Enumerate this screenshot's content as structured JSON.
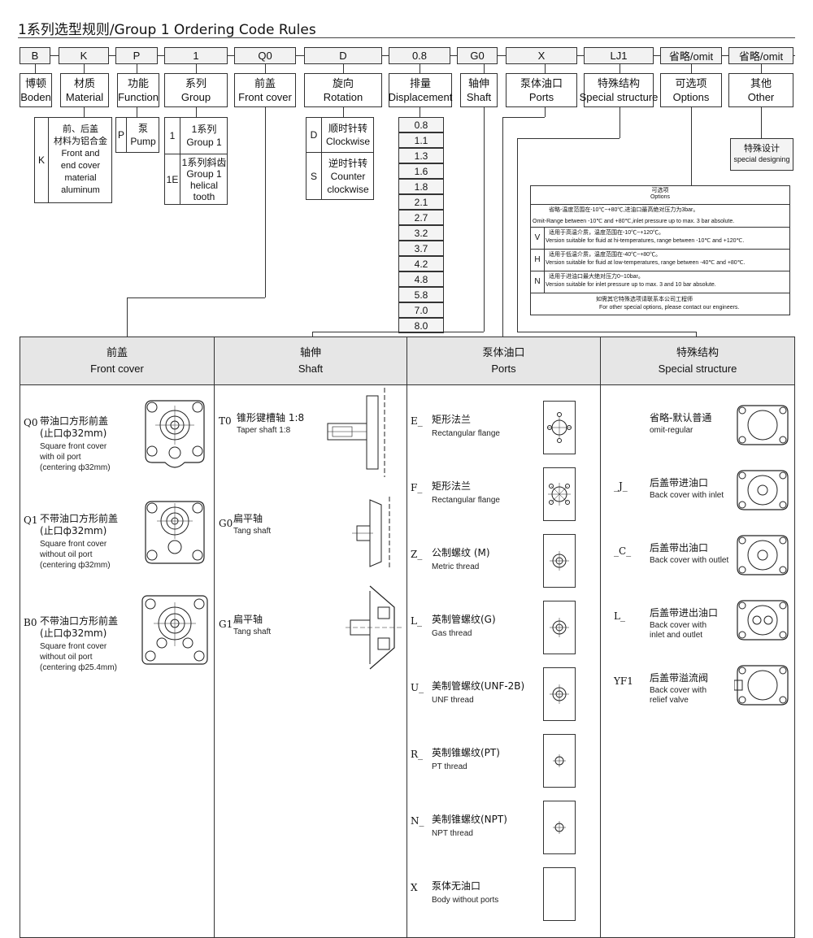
{
  "title": "1系列选型规则/Group 1 Ordering Code Rules",
  "codes": [
    "B",
    "K",
    "P",
    "1",
    "Q0",
    "D",
    "0.8",
    "G0",
    "X",
    "LJ1",
    "省略/omit",
    "省略/omit"
  ],
  "labels": [
    {
      "zh": "博顿",
      "en": "Boden"
    },
    {
      "zh": "材质",
      "en": "Material"
    },
    {
      "zh": "功能",
      "en": "Function"
    },
    {
      "zh": "系列",
      "en": "Group"
    },
    {
      "zh": "前盖",
      "en": "Front cover"
    },
    {
      "zh": "旋向",
      "en": "Rotation"
    },
    {
      "zh": "排量",
      "en": "Displacement"
    },
    {
      "zh": "轴伸",
      "en": "Shaft"
    },
    {
      "zh": "泵体油口",
      "en": "Ports"
    },
    {
      "zh": "特殊结构",
      "en": "Special structure"
    },
    {
      "zh": "可选项",
      "en": "Options"
    },
    {
      "zh": "其他",
      "en": "Other"
    }
  ],
  "material": {
    "code": "K",
    "zh1": "前、后盖",
    "zh2": "材料为铝合金",
    "en1": "Front and",
    "en2": "end cover",
    "en3": "material",
    "en4": "aluminum"
  },
  "function": {
    "code": "P",
    "zh": "泵",
    "en": "Pump"
  },
  "group": [
    {
      "code": "1",
      "zh": "1系列",
      "en1": "Group 1",
      "en2": "",
      "en3": ""
    },
    {
      "code": "1E",
      "zh": "1系列斜齿",
      "en1": "Group 1",
      "en2": "helical",
      "en3": "tooth"
    }
  ],
  "rotation": [
    {
      "code": "D",
      "zh": "顺时针转",
      "en1": "Clockwise",
      "en2": ""
    },
    {
      "code": "S",
      "zh": "逆时针转",
      "en1": "Counter",
      "en2": "clockwise"
    }
  ],
  "displacements": [
    "0.8",
    "1.1",
    "1.3",
    "1.6",
    "1.8",
    "2.1",
    "2.7",
    "3.2",
    "3.7",
    "4.2",
    "4.8",
    "5.8",
    "7.0",
    "8.0"
  ],
  "other": {
    "zh": "特殊设计",
    "en": "special designing"
  },
  "options": {
    "title_zh": "可选项",
    "title_en": "Options",
    "omit_zh": "省略-温度范围在-10℃~+80℃,进油口最高绝对压力为3bar。",
    "omit_en": "Omit-Range between -10℃ and +80℃,inlet pressure up to max. 3 bar absolute.",
    "rows": [
      {
        "code": "V",
        "zh": "适用于高温介质，温度范围在-10℃~+120℃。",
        "en": "Version suitable for fluid at hi-temperatures, range between -10℃ and +120℃."
      },
      {
        "code": "H",
        "zh": "适用于低温介质，温度范围在-40℃~+80℃。",
        "en": "Version suitable for fluid at low-temperatures, range between -40℃ and +80℃."
      },
      {
        "code": "N",
        "zh": "适用于进油口最大绝对压力0~10bar。",
        "en": "Version suitable for inlet pressure up to max. 3 and 10 bar absolute."
      }
    ],
    "footer_zh": "如需其它特殊选项请联系本公司工程师",
    "footer_en": "For other special options, please contact our engineers."
  },
  "table": {
    "columns": [
      {
        "zh": "前盖",
        "en": "Front cover"
      },
      {
        "zh": "轴伸",
        "en": "Shaft"
      },
      {
        "zh": "泵体油口",
        "en": "Ports"
      },
      {
        "zh": "特殊结构",
        "en": "Special structure"
      }
    ],
    "front_covers": [
      {
        "code": "Q0",
        "zh1": "带油口方形前盖",
        "zh2": "(止口ф32mm)",
        "en1": "Square front cover",
        "en2": "with oil port",
        "en3": "(centering ф32mm)"
      },
      {
        "code": "Q1",
        "zh1": "不带油口方形前盖",
        "zh2": "(止口ф32mm)",
        "en1": "Square front cover",
        "en2": "without oil port",
        "en3": "(centering ф32mm)"
      },
      {
        "code": "B0",
        "zh1": "不带油口方形前盖",
        "zh2": "(止口ф32mm)",
        "en1": "Square front cover",
        "en2": "without oil port",
        "en3": "(centering ф25.4mm)"
      }
    ],
    "shafts": [
      {
        "code": "T0",
        "zh": "锥形键槽轴 1:8",
        "en": "Taper shaft 1:8"
      },
      {
        "code": "G0",
        "zh": "扁平轴",
        "en": "Tang shaft"
      },
      {
        "code": "G1",
        "zh": "扁平轴",
        "en": "Tang shaft"
      }
    ],
    "ports": [
      {
        "code": "E_",
        "zh": "矩形法兰",
        "en": "Rectangular flange"
      },
      {
        "code": "F_",
        "zh": "矩形法兰",
        "en": "Rectangular flange"
      },
      {
        "code": "Z_",
        "zh": "公制螺纹 (M)",
        "en": "Metric thread"
      },
      {
        "code": "L_",
        "zh": "英制管螺纹(G)",
        "en": "Gas thread"
      },
      {
        "code": "U_",
        "zh": "美制管螺纹(UNF-2B)",
        "en": "UNF thread"
      },
      {
        "code": "R_",
        "zh": "英制锥螺纹(PT)",
        "en": "PT thread"
      },
      {
        "code": "N_",
        "zh": "美制锥螺纹(NPT)",
        "en": "NPT thread"
      },
      {
        "code": "X",
        "zh": "泵体无油口",
        "en": "Body without ports"
      }
    ],
    "special": [
      {
        "code": "",
        "zh": "省略-默认普通",
        "en1": "omit-regular",
        "en2": ""
      },
      {
        "code": "_J_",
        "zh": "后盖带进油口",
        "en1": "Back cover with inlet",
        "en2": ""
      },
      {
        "code": "_C_",
        "zh": "后盖带出油口",
        "en1": "Back cover with outlet",
        "en2": ""
      },
      {
        "code": "L_",
        "zh": "后盖带进出油口",
        "en1": "Back cover with",
        "en2": "inlet and outlet"
      },
      {
        "code": "YF1",
        "zh": "后盖带溢流阀",
        "en1": "Back cover with",
        "en2": "relief valve"
      }
    ]
  }
}
